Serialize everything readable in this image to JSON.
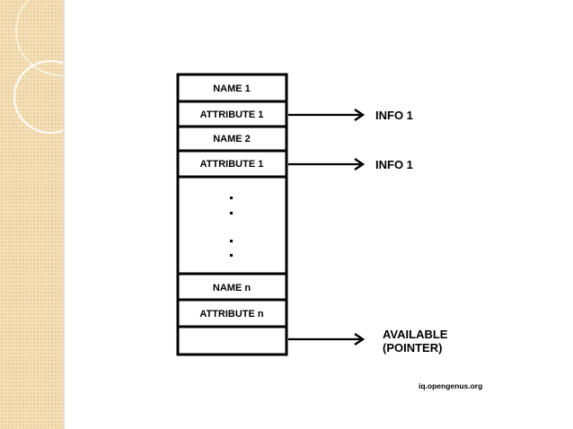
{
  "table": {
    "rows": [
      {
        "label": "NAME 1"
      },
      {
        "label": "ATTRIBUTE 1"
      },
      {
        "label": "NAME 2"
      },
      {
        "label": "ATTRIBUTE 1"
      },
      {
        "label": ""
      },
      {
        "label": "NAME n"
      },
      {
        "label": "ATTRIBUTE n"
      },
      {
        "label": ""
      }
    ]
  },
  "pointers": {
    "info1_a": "INFO 1",
    "info1_b": "INFO 1",
    "available_line1": "AVAILABLE",
    "available_line2": "(POINTER)"
  },
  "source": "iq.opengenus.org",
  "colors": {
    "side_panel": "#f4dfb6",
    "line": "#000000",
    "background": "#ffffff"
  }
}
